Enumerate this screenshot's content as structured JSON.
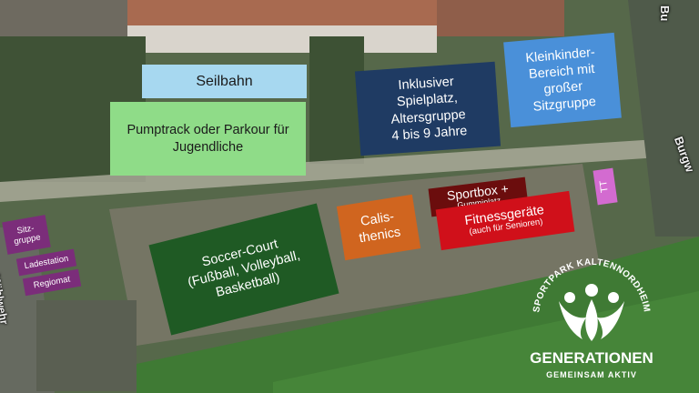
{
  "map": {
    "streets": {
      "right_top": "Bu",
      "right_mid": "Burgw",
      "left": "Mühlwehr"
    }
  },
  "zones": {
    "seilbahn": "Seilbahn",
    "pumptrack": {
      "line1": "Pumptrack oder Parkour für",
      "line2": "Jugendliche"
    },
    "spielplatz": {
      "line1": "Inklusiver",
      "line2": "Spielplatz,",
      "line3": "Altersgruppe",
      "line4": "4 bis 9 Jahre"
    },
    "kleinkinder": {
      "line1": "Kleinkinder-",
      "line2": "Bereich mit",
      "line3": "großer",
      "line4": "Sitzgruppe"
    },
    "calisthenics": {
      "line1": "Calis-",
      "line2": "thenics"
    },
    "sportbox": {
      "line1": "Sportbox +",
      "line2": "Gummiplatz"
    },
    "fitness": {
      "line1": "Fitnessgeräte",
      "line2": "(auch für Senioren)"
    },
    "tt": "TT",
    "soccer": {
      "line1": "Soccer-Court",
      "line2": "(Fußball, Volleyball,",
      "line3": "Basketball)"
    },
    "sitzgruppe": {
      "line1": "Sitz-",
      "line2": "gruppe"
    },
    "ladestation": "Ladestation",
    "regiomat": "Regiomat"
  },
  "logo": {
    "arc_text": "SPORTPARK KALTENNORDHEIM",
    "name": "GENERATIONEN",
    "tagline": "GEMEINSAM AKTIV"
  },
  "colors": {
    "seilbahn": "#a7d8f0",
    "pumptrack": "#8fdc88",
    "spielplatz": "#1f3b63",
    "kleinkinder": "#4a90d9",
    "calisthenics": "#d0651f",
    "sportbox": "#6b0d0d",
    "fitness": "#d0101a",
    "tt": "#d36bd0",
    "soccer": "#1f5a24",
    "purple": "#7b2d7a"
  }
}
